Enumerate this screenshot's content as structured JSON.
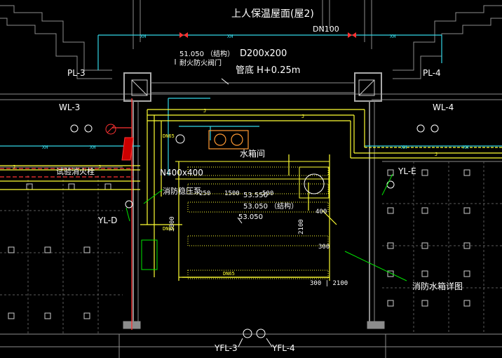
{
  "colors": {
    "background": "#000000",
    "wall": "#8c8c8c",
    "grid": "#6e6e6e",
    "water_supply": "#33d6e6",
    "drainage": "#ffff33",
    "fire": "#ff3333",
    "text": "#ffffff",
    "leader": "#00e600"
  },
  "labels": {
    "roof_title": "上人保温屋面(屋2)",
    "dn_pipe": "DN100",
    "elev_1": "51.050 （结构）",
    "fire_valve": "耐火防火阀门",
    "duct_size": "D200x200",
    "duct_bottom": "管底 H+0.25m",
    "pl_left": "PL-3",
    "pl_right": "PL-4",
    "wl_left": "WL-3",
    "wl_right": "WL-4",
    "tank_room": "水箱间",
    "fire_cabinet": "试验消火栓",
    "duct_large": "N400x400",
    "pump_label": "消防稳压泵",
    "yl_left": "YL-D",
    "yl_right": "YL-E",
    "elev_2": "53.550",
    "elev_3": "53.050 （结构）",
    "elev_4": "53.050",
    "tank_detail": "消防水箱详图",
    "yfl_left": "YFL-3",
    "yfl_right": "YFL-4",
    "dim_1500": "1500",
    "dim_500": "500",
    "dim_400": "400",
    "dim_250": "250",
    "dim_3000": "3000",
    "dim_2100": "2100",
    "dim_300": "300",
    "dim_3001": "300 | 2100",
    "pipe_xh": "XH",
    "pipe_j": "J",
    "pipe_dn": "DN65"
  },
  "icons": [
    "valve-icon",
    "pump-icon",
    "fire-hydrant-icon",
    "floor-drain-icon",
    "tank-icon"
  ]
}
